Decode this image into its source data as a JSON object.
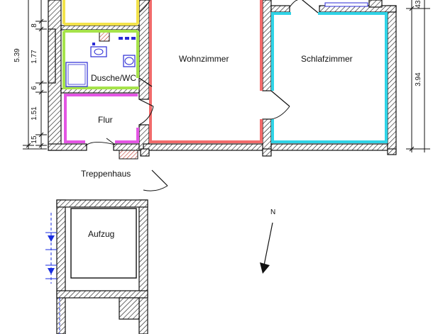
{
  "rooms": {
    "wohnzimmer": "Wohnzimmer",
    "schlafzimmer": "Schlafzimmer",
    "dusche_wc": "Dusche/WC",
    "flur": "Flur",
    "treppenhaus": "Treppenhaus",
    "aufzug": "Aufzug"
  },
  "north": {
    "label": "N"
  },
  "dimensions_left": {
    "total": "5.39",
    "d1": "8",
    "d2": "1.77",
    "d3": "6",
    "d4": "1.51",
    "d5": "15"
  },
  "dimensions_right": {
    "top_partial": "43",
    "height": "3.94"
  },
  "colors": {
    "wohnzimmer": "#f26b6b",
    "schlafzimmer": "#2fd3e6",
    "bad": "#a6e34a",
    "flur": "#e455e4",
    "top_room": "#f2e24a",
    "fixtures": "#2a2ad6",
    "elevator_marks": "#1a2ee0"
  }
}
